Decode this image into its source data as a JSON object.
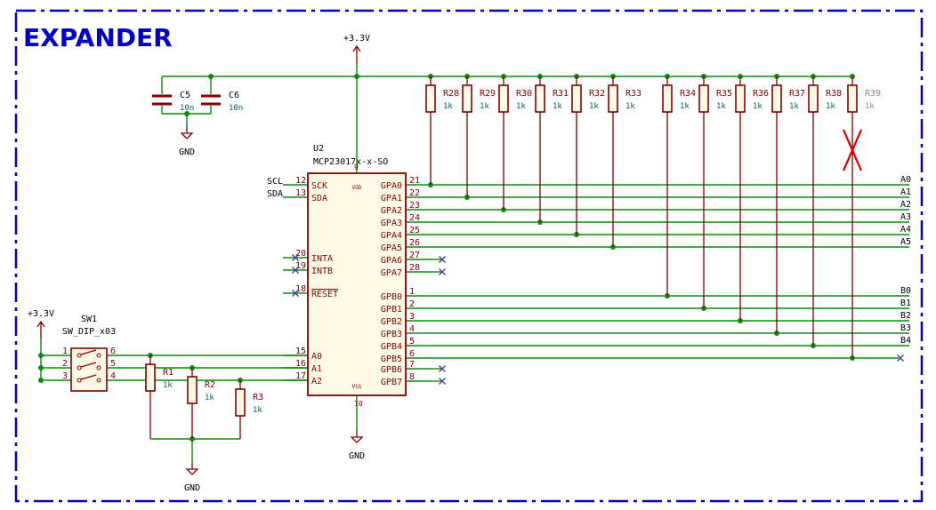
{
  "sheet_title": "EXPANDER",
  "colors": {
    "wire": "#0b8a0b",
    "part": "#840000",
    "pin_text": "#840000",
    "net_text": "#000000",
    "value_text": "#006464",
    "sheet_border": "#0000c8",
    "no_connect": "#3a3aa0",
    "dnp_cross": "#e00000",
    "dnp_text": "#8a8a8a"
  },
  "power": {
    "top_vcc": "+3.3V",
    "left_vcc": "+3.3V",
    "gnd_caps": "GND",
    "gnd_chip": "GND",
    "gnd_res": "GND"
  },
  "caps": [
    {
      "ref": "C5",
      "value": "10n"
    },
    {
      "ref": "C6",
      "value": "10n"
    }
  ],
  "chip": {
    "ref": "U2",
    "value": "MCP23017x-x-SO",
    "vdd_pin": "9",
    "vss_pin": "10",
    "vdd_label": "VDD",
    "vss_label": "VSS",
    "left_pins": [
      {
        "num": "12",
        "name": "SCK"
      },
      {
        "num": "13",
        "name": "SDA"
      },
      {
        "num": "20",
        "name": "INTA"
      },
      {
        "num": "19",
        "name": "INTB"
      },
      {
        "num": "18",
        "name": "RESET"
      },
      {
        "num": "15",
        "name": "A0"
      },
      {
        "num": "16",
        "name": "A1"
      },
      {
        "num": "17",
        "name": "A2"
      }
    ],
    "right_pins": [
      {
        "num": "21",
        "name": "GPA0"
      },
      {
        "num": "22",
        "name": "GPA1"
      },
      {
        "num": "23",
        "name": "GPA2"
      },
      {
        "num": "24",
        "name": "GPA3"
      },
      {
        "num": "25",
        "name": "GPA4"
      },
      {
        "num": "26",
        "name": "GPA5"
      },
      {
        "num": "27",
        "name": "GPA6"
      },
      {
        "num": "28",
        "name": "GPA7"
      },
      {
        "num": "1",
        "name": "GPB0"
      },
      {
        "num": "2",
        "name": "GPB1"
      },
      {
        "num": "3",
        "name": "GPB2"
      },
      {
        "num": "4",
        "name": "GPB3"
      },
      {
        "num": "5",
        "name": "GPB4"
      },
      {
        "num": "6",
        "name": "GPB5"
      },
      {
        "num": "7",
        "name": "GPB6"
      },
      {
        "num": "8",
        "name": "GPB7"
      }
    ]
  },
  "nets": {
    "scl": "SCL",
    "sda": "SDA"
  },
  "output_labels": [
    "A0",
    "A1",
    "A2",
    "A3",
    "A4",
    "A5",
    "B0",
    "B1",
    "B2",
    "B3",
    "B4"
  ],
  "pullups": [
    {
      "ref": "R28",
      "value": "1k"
    },
    {
      "ref": "R29",
      "value": "1k"
    },
    {
      "ref": "R30",
      "value": "1k"
    },
    {
      "ref": "R31",
      "value": "1k"
    },
    {
      "ref": "R32",
      "value": "1k"
    },
    {
      "ref": "R33",
      "value": "1k"
    },
    {
      "ref": "R34",
      "value": "1k"
    },
    {
      "ref": "R35",
      "value": "1k"
    },
    {
      "ref": "R36",
      "value": "1k"
    },
    {
      "ref": "R37",
      "value": "1k"
    },
    {
      "ref": "R38",
      "value": "1k"
    },
    {
      "ref": "R39",
      "value": "1k"
    }
  ],
  "pulldowns": [
    {
      "ref": "R1",
      "value": "1k"
    },
    {
      "ref": "R2",
      "value": "1k"
    },
    {
      "ref": "R3",
      "value": "1k"
    }
  ],
  "switch": {
    "ref": "SW1",
    "value": "SW_DIP_x03",
    "left_pins": [
      "1",
      "2",
      "3"
    ],
    "right_pins": [
      "6",
      "5",
      "4"
    ]
  }
}
